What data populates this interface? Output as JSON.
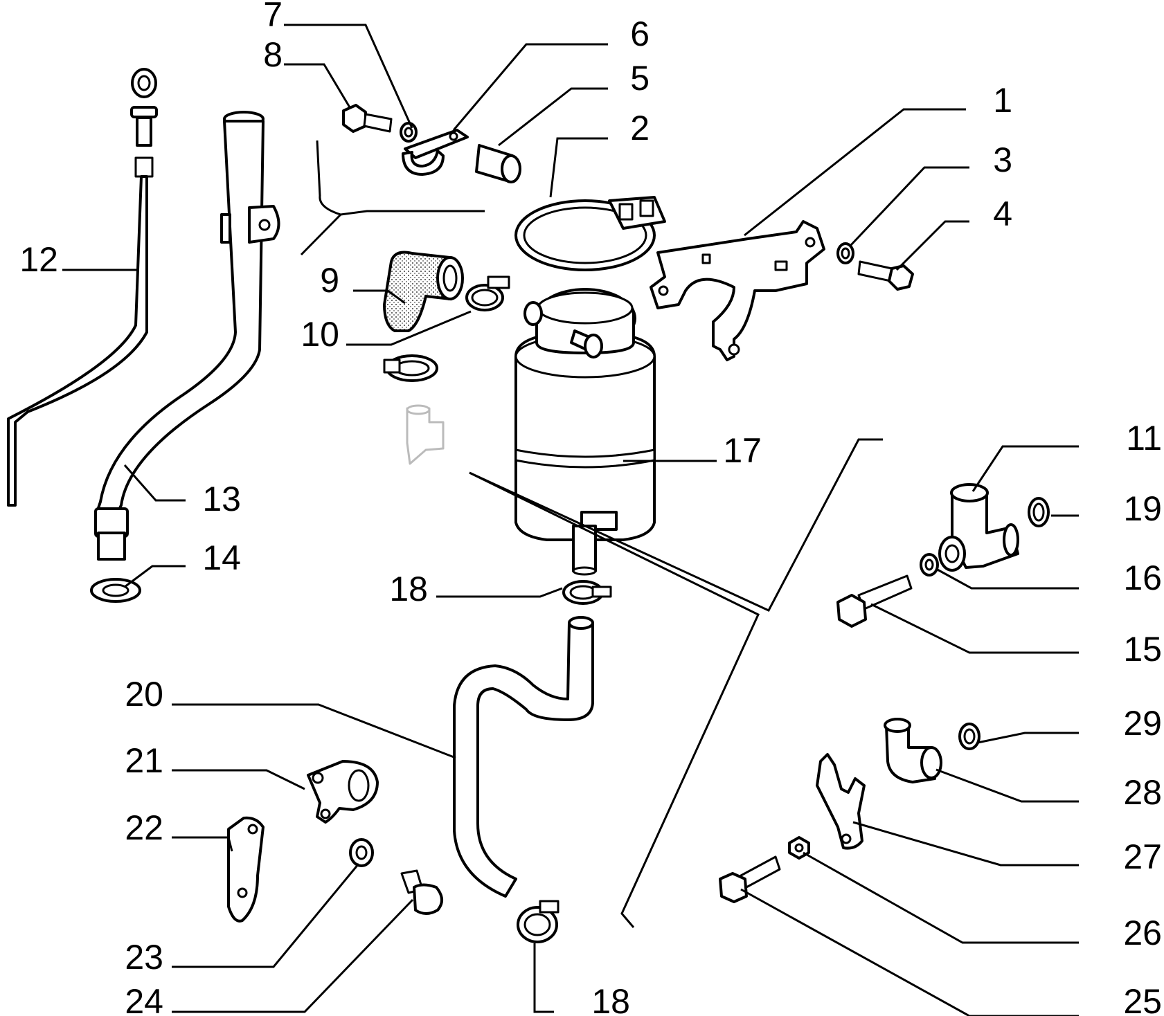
{
  "diagram": {
    "callouts": {
      "c1": "1",
      "c2": "2",
      "c3": "3",
      "c4": "4",
      "c5": "5",
      "c6": "6",
      "c7": "7",
      "c8": "8",
      "c9": "9",
      "c10": "10",
      "c11": "11",
      "c12": "12",
      "c13": "13",
      "c14": "14",
      "c15": "15",
      "c16": "16",
      "c17": "17",
      "c18a": "18",
      "c18b": "18",
      "c19": "19",
      "c20": "20",
      "c21": "21",
      "c22": "22",
      "c23": "23",
      "c24": "24",
      "c25": "25",
      "c26": "26",
      "c27": "27",
      "c28": "28",
      "c29": "29"
    },
    "colors": {
      "line": "#000000",
      "background": "#ffffff",
      "ghost": "#bbbbbb"
    }
  }
}
